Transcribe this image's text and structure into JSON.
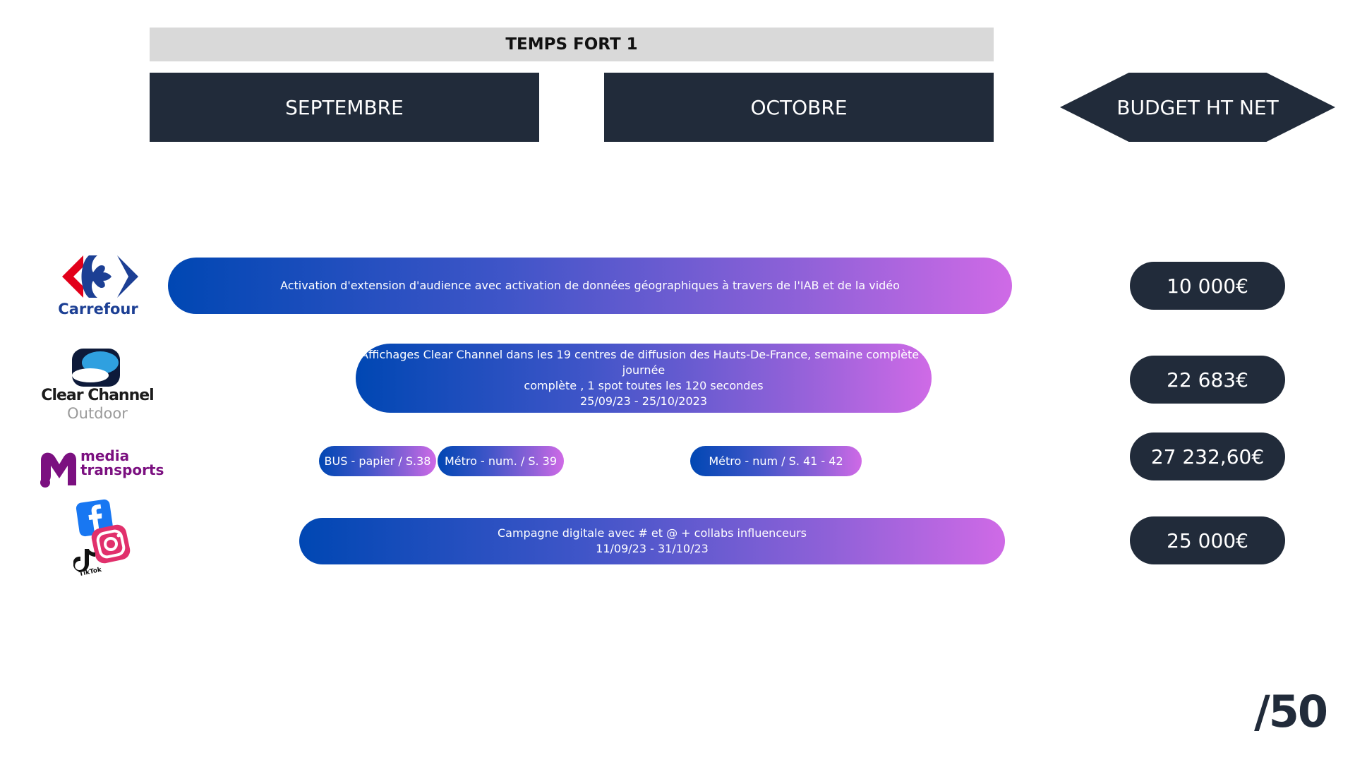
{
  "header": {
    "banner_title": "TEMPS FORT 1",
    "month_1": "SEPTEMBRE",
    "month_2": "OCTOBRE",
    "budget_title": "BUDGET HT NET"
  },
  "rows": [
    {
      "brand": "Carrefour",
      "bars": [
        {
          "lines": [
            "Activation d'extension d'audience avec activation de données géographiques à travers de l'IAB et de la vidéo"
          ]
        }
      ],
      "budget": "10 000€"
    },
    {
      "brand": "Clear Channel Outdoor",
      "brand_line_1": "Clear Channel",
      "brand_line_2": "Outdoor",
      "bars": [
        {
          "lines": [
            "Affichages Clear Channel dans les 19 centres de diffusion des Hauts-De-France, semaine complète - journée",
            "complète , 1 spot toutes les 120 secondes",
            "25/09/23 - 25/10/2023"
          ]
        }
      ],
      "budget": "22 683€"
    },
    {
      "brand": "media transports",
      "brand_line_1": "media",
      "brand_line_2": "transports",
      "bars": [
        {
          "lines": [
            "BUS - papier / S.38"
          ]
        },
        {
          "lines": [
            "Métro - num. / S. 39"
          ]
        },
        {
          "lines": [
            "Métro - num / S. 41 - 42"
          ]
        }
      ],
      "budget": "27 232,60€"
    },
    {
      "brand": "Social networks",
      "social_label": "TikTok",
      "bars": [
        {
          "lines": [
            "Campagne digitale avec # et @ + collabs influenceurs",
            "11/09/23 - 31/10/23"
          ]
        }
      ],
      "budget": "25 000€"
    }
  ],
  "page_number": "/50",
  "colors": {
    "navy": "#212b3a",
    "banner_gray": "#d9d9d9",
    "gradient_start": "#0047b3",
    "gradient_end": "#cf6ae6",
    "carrefour_red": "#e2001a",
    "carrefour_blue": "#1c3f94",
    "media_purple": "#7b1080"
  }
}
